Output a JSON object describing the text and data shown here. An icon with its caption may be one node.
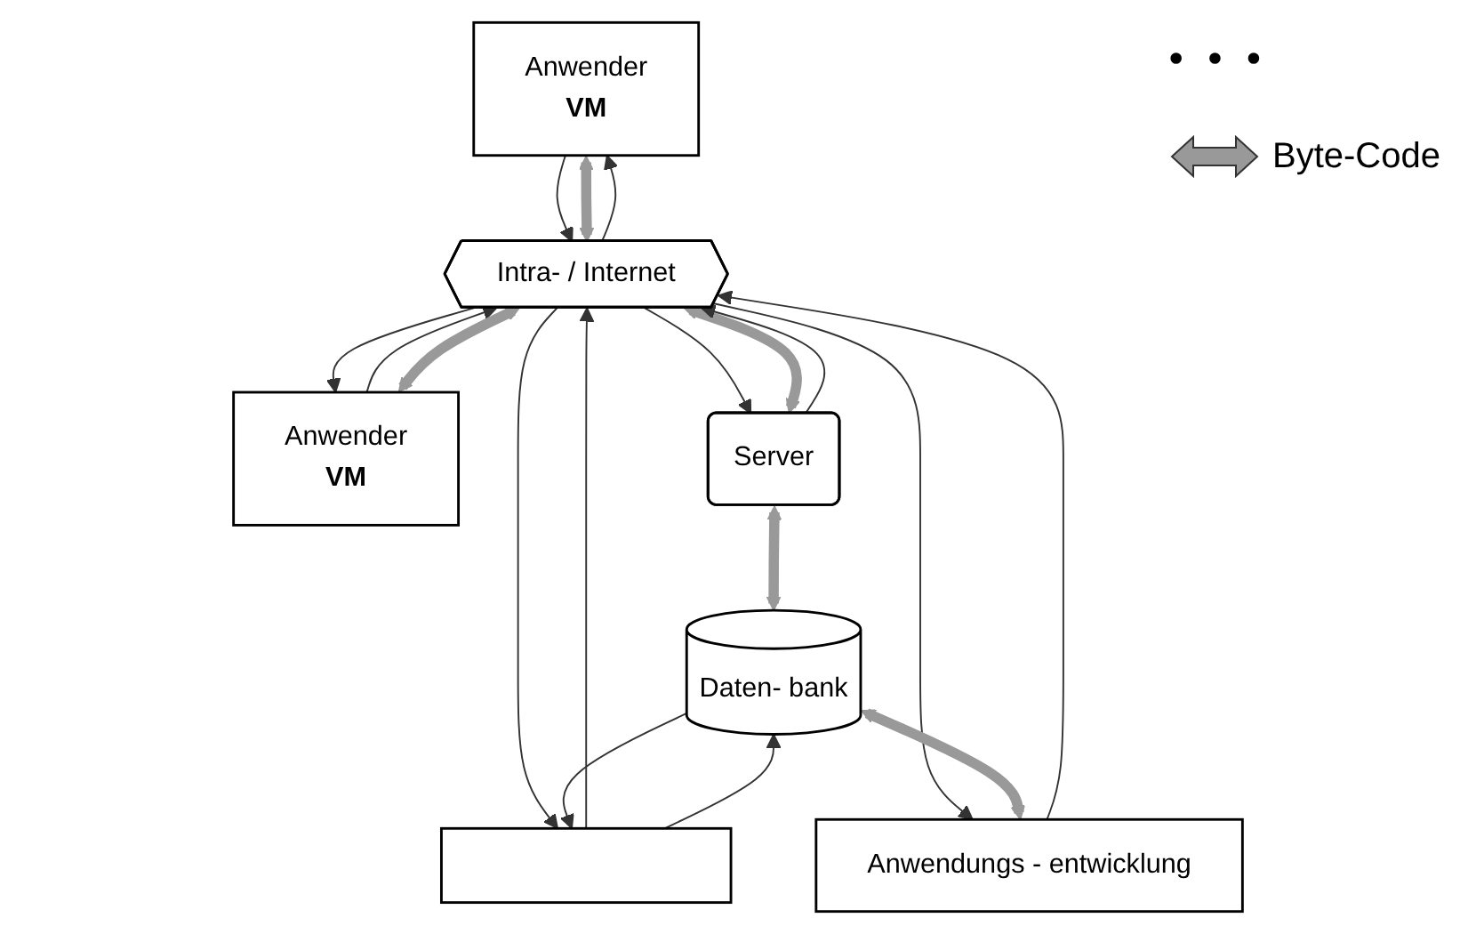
{
  "diagram": {
    "nodes": [
      {
        "text": [
          "Anwender",
          "VM"
        ]
      },
      {
        "text": [
          "Anwender",
          "VM"
        ]
      },
      {
        "text": [
          "Intra- / Internet"
        ]
      },
      {
        "text": [
          "Server"
        ]
      },
      {
        "text": [],
        "shape": "bar"
      },
      {
        "text": [
          "Daten- bank"
        ]
      },
      {
        "text": [
          "Anwendungs - entwicklung"
        ]
      }
    ],
    "edges": [
      {
        "from": 0,
        "to": 2,
        "arrow": "to"
      },
      {
        "from": 0,
        "to": 2,
        "arrow": "both",
        "style": "thick",
        "color": "#999999"
      },
      {
        "from": 2,
        "to": 0,
        "arrow": "to"
      },
      {
        "from": 1,
        "to": 2,
        "arrow": "to"
      },
      {
        "from": 1,
        "to": 2,
        "arrow": "both",
        "style": "thick",
        "color": "#999999"
      },
      {
        "from": 2,
        "to": 1,
        "arrow": "to"
      },
      {
        "from": 3,
        "to": 2,
        "arrow": "both",
        "style": "thick",
        "color": "#999999"
      },
      {
        "from": 3,
        "to": 2,
        "arrow": "to"
      },
      {
        "from": 2,
        "to": 3,
        "arrow": "to"
      },
      {
        "from": 4,
        "to": 2,
        "arrow": "to"
      },
      {
        "from": 2,
        "to": 4,
        "arrow": "to"
      },
      {
        "from": 5,
        "to": 4,
        "arrow": "to"
      },
      {
        "from": 4,
        "to": 5,
        "arrow": "to"
      },
      {
        "from": 6,
        "to": 2,
        "arrow": "to"
      },
      {
        "from": 2,
        "to": 6,
        "arrow": "to"
      },
      {
        "from": 3,
        "to": 5,
        "arrow": "both",
        "style": "thick",
        "color": "#999999"
      },
      {
        "from": 5,
        "to": 6,
        "arrow": "both",
        "style": "thick",
        "color": "#999999"
      }
    ],
    "labels": [
      "• • •"
    ],
    "legend": [
      {
        "text": "Byte-Code"
      }
    ]
  }
}
